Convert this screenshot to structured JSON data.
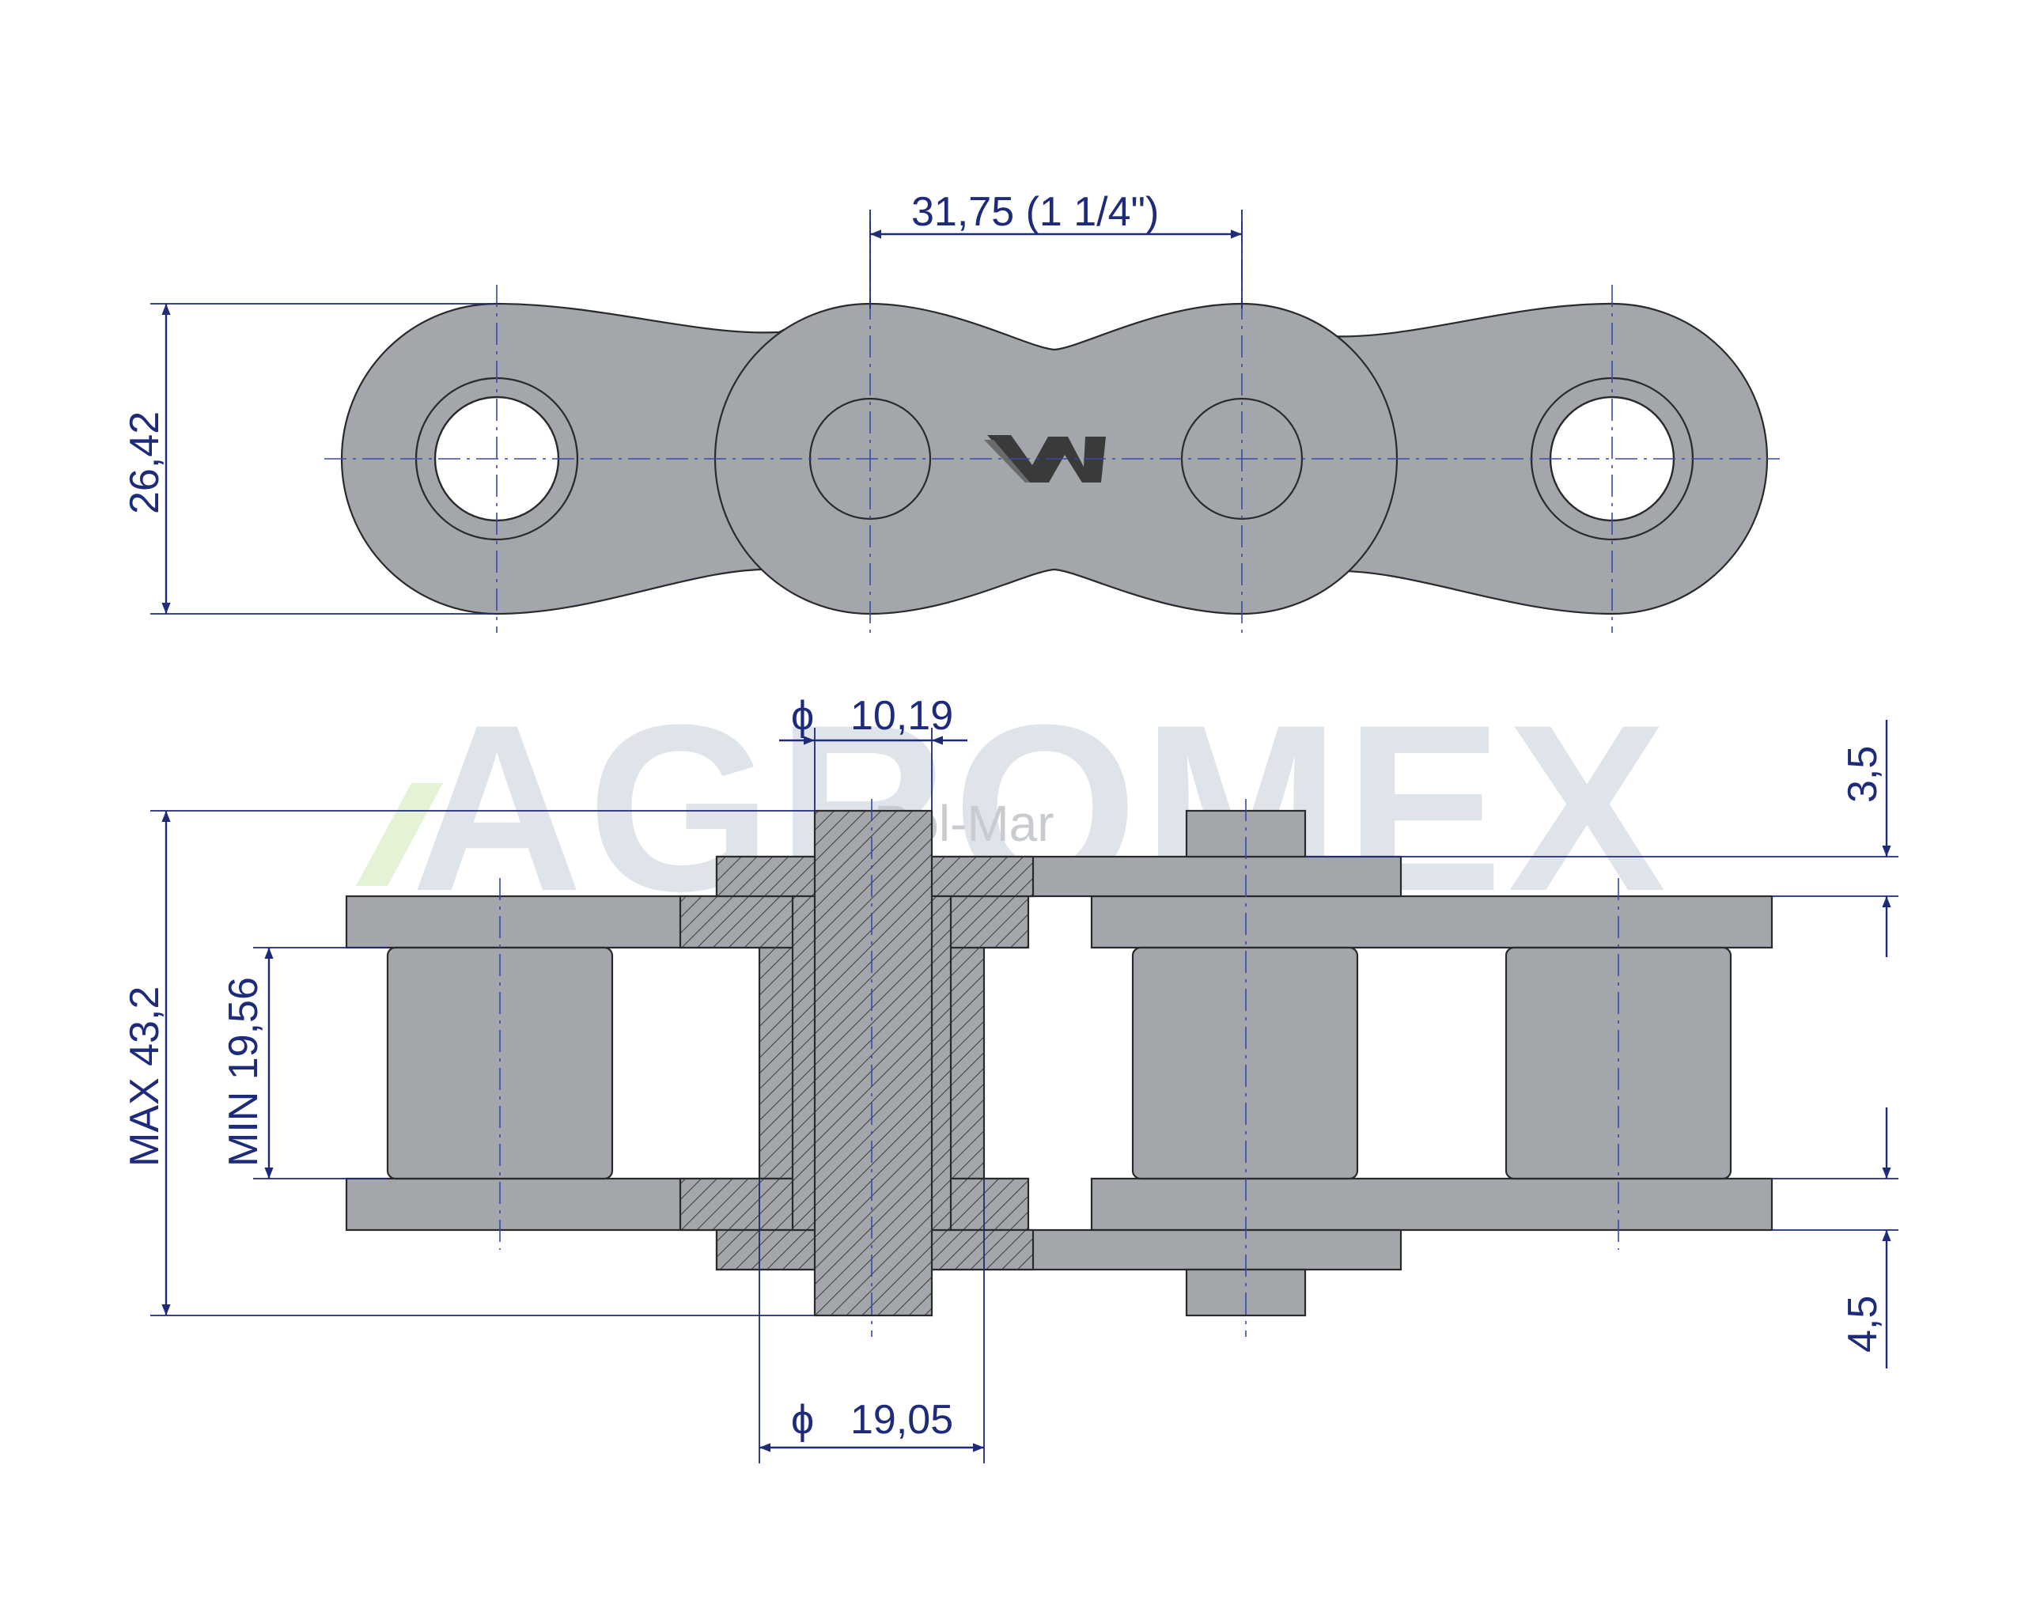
{
  "watermark": {
    "brand": "AGROMEX",
    "sub": "Rol-Mar"
  },
  "logo_mark": "W",
  "dimensions": {
    "pitch": "31,75  (1 1/4\")",
    "plate_height": "26,42",
    "pin_diameter": "10,19",
    "roller_diameter": "19,05",
    "max_width": "MAX 43,2",
    "min_inner_width": "MIN 19,56",
    "pin_protrusion_top": "3,5",
    "pin_protrusion_bottom": "4,5"
  },
  "diameter_symbol": "ϕ",
  "colors": {
    "dimension": "#1e2a7a",
    "part": "#a3a6ab",
    "outline": "#2a2a2a"
  }
}
